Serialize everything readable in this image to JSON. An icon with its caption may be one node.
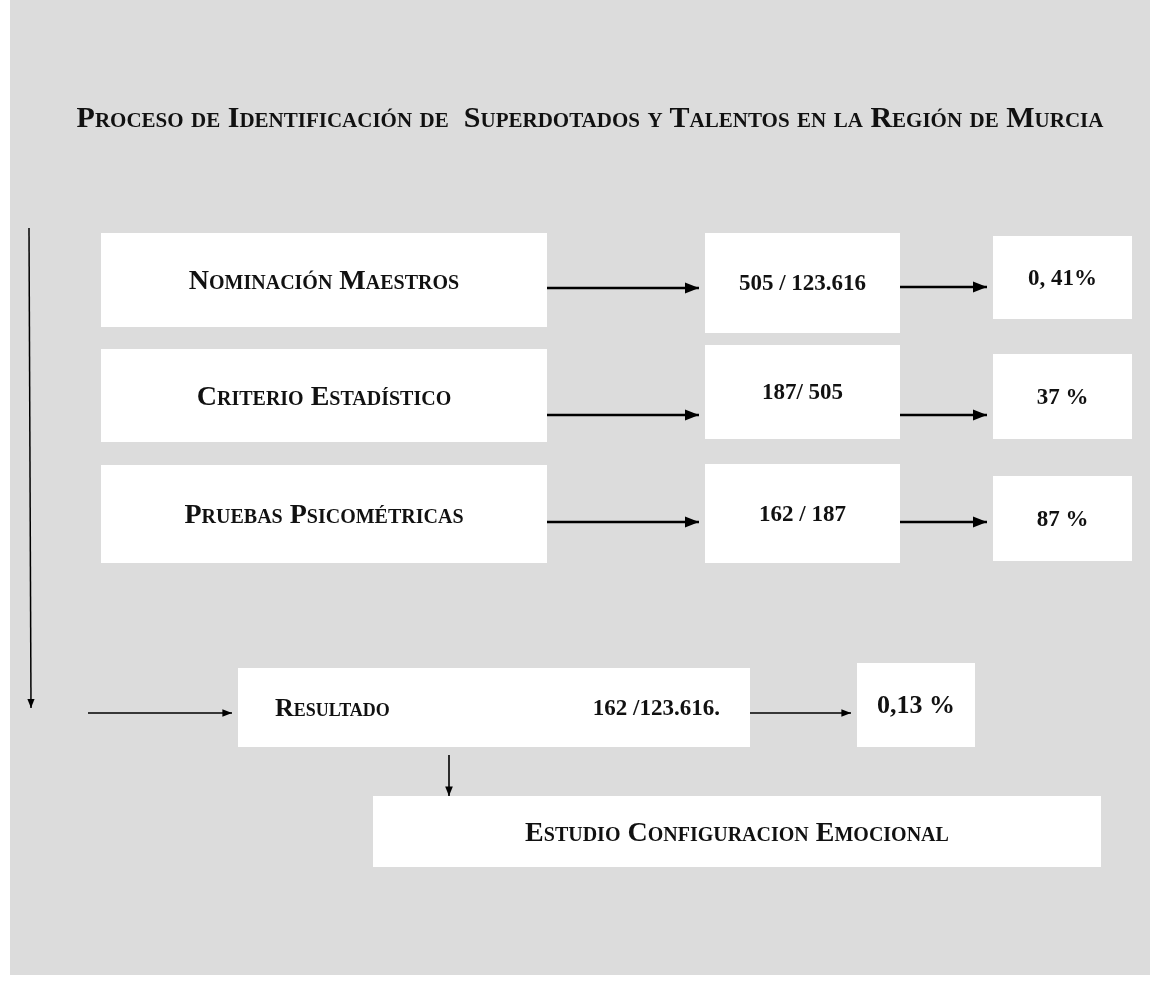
{
  "diagram": {
    "title": "Proceso de Identificación de  Superdotados y Talentos en la Región de Murcia",
    "nodes": [
      {
        "text": [
          "Nominación Maestros"
        ]
      },
      {
        "text": [
          "505 / 123.616"
        ]
      },
      {
        "text": [
          "0, 41%"
        ]
      },
      {
        "text": [
          "Criterio Estadístico"
        ]
      },
      {
        "text": [
          "187/ 505"
        ]
      },
      {
        "text": [
          "37 %"
        ]
      },
      {
        "text": [
          "Pruebas Psicométricas"
        ]
      },
      {
        "text": [
          "162 / 187"
        ]
      },
      {
        "text": [
          "87 %"
        ]
      },
      {
        "text": [
          "Resultado",
          "162 /123.616."
        ]
      },
      {
        "text": [
          "0,13 %"
        ]
      },
      {
        "text": [
          "Estudio Configuracion Emocional"
        ]
      }
    ],
    "edges": [
      {
        "from": 0,
        "to": 1,
        "arrow": "to"
      },
      {
        "from": 1,
        "to": 2,
        "arrow": "to"
      },
      {
        "from": 3,
        "to": 4,
        "arrow": "to"
      },
      {
        "from": 4,
        "to": 5,
        "arrow": "to"
      },
      {
        "from": 6,
        "to": 7,
        "arrow": "to"
      },
      {
        "from": 7,
        "to": 8,
        "arrow": "to"
      },
      {
        "from": 9,
        "to": 10,
        "arrow": "to"
      },
      {
        "from": null,
        "to": 9,
        "arrow": "to"
      },
      {
        "from": 9,
        "to": 11,
        "arrow": "to"
      }
    ]
  }
}
